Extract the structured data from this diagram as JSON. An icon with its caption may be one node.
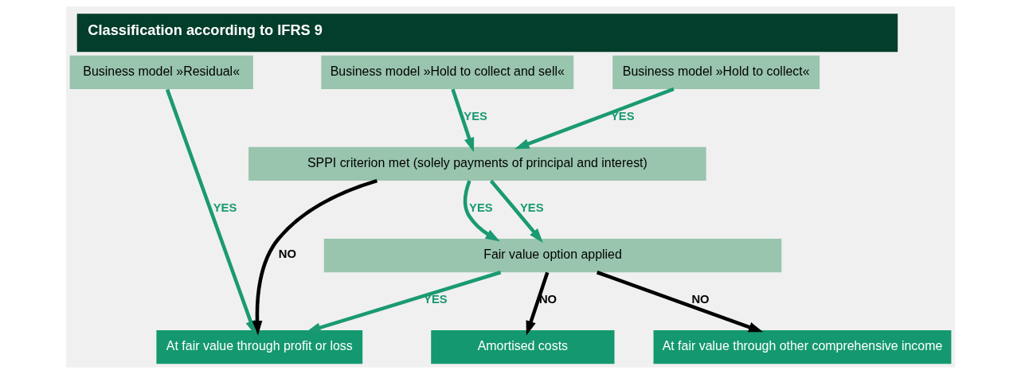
{
  "diagram": {
    "title": "Classification according to IFRS 9",
    "nodes": [
      {
        "text": [
          "Business model »Hold to collect«"
        ]
      },
      {
        "text": [
          "Business model »Hold to collect and sell«"
        ]
      },
      {
        "text": [
          "Business model »Residual«"
        ]
      },
      {
        "text": [
          "SPPI criterion met (solely payments of principal and interest)"
        ]
      },
      {
        "text": [
          "Fair value option applied"
        ]
      },
      {
        "text": [
          "Amortised costs"
        ]
      },
      {
        "text": [
          "At fair value through other comprehensive income"
        ]
      },
      {
        "text": [
          "At fair value through profit or loss"
        ]
      }
    ],
    "edges": [
      {
        "from": 0,
        "to": 3,
        "arrow": "to",
        "label": "YES"
      },
      {
        "from": 1,
        "to": 3,
        "arrow": "to",
        "label": "YES"
      },
      {
        "from": 2,
        "to": 7,
        "arrow": "to",
        "label": "YES"
      },
      {
        "from": 3,
        "to": 4,
        "arrow": "to",
        "label": "YES"
      },
      {
        "from": 3,
        "to": 4,
        "arrow": "to",
        "label": "YES"
      },
      {
        "from": 3,
        "to": 7,
        "arrow": "to",
        "label": "NO",
        "color": "#000000"
      },
      {
        "from": 4,
        "to": 7,
        "arrow": "to",
        "label": "YES"
      },
      {
        "from": 4,
        "to": 5,
        "arrow": "to",
        "label": "NO",
        "color": "#000000"
      },
      {
        "from": 4,
        "to": 6,
        "arrow": "to",
        "label": "NO",
        "color": "#000000"
      }
    ]
  }
}
